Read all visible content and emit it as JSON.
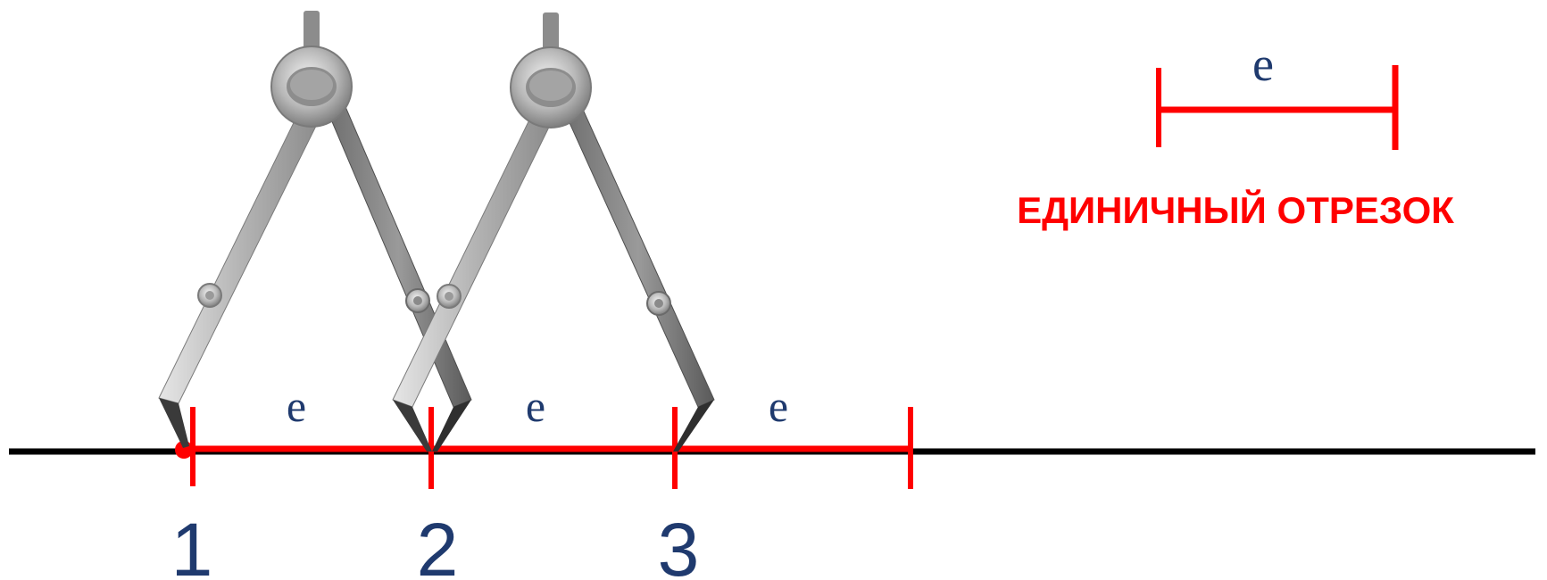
{
  "unit_segment": {
    "label": "e",
    "caption": "ЕДИНИЧНЫЙ ОТРЕЗОК"
  },
  "segments": [
    {
      "label": "e"
    },
    {
      "label": "e"
    },
    {
      "label": "e"
    }
  ],
  "markers": [
    "1",
    "2",
    "3"
  ],
  "colors": {
    "accent": "#ff0000",
    "axis": "#000000",
    "text": "#1f3a6e",
    "compass_metal": "#9a9a9a"
  },
  "icons": [
    "compass-icon",
    "compass-icon"
  ]
}
